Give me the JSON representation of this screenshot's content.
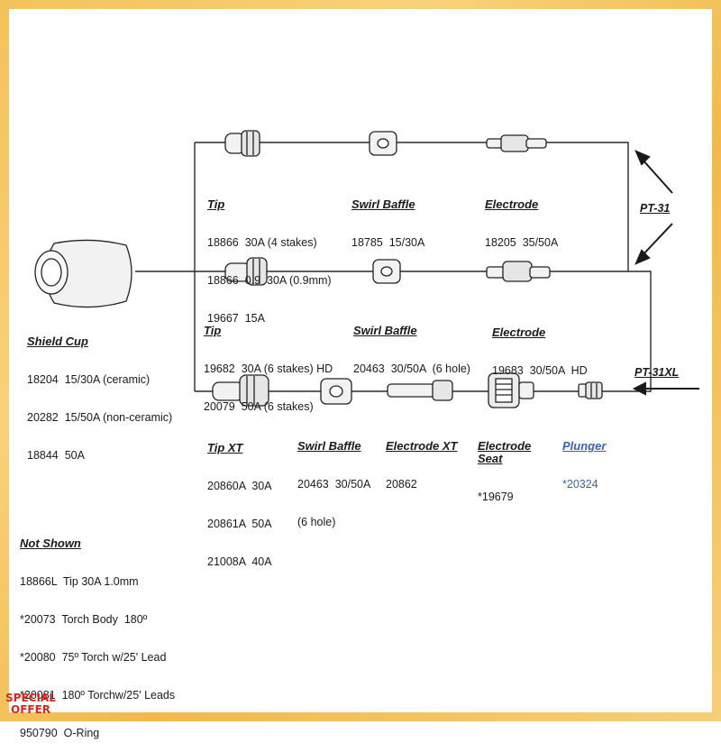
{
  "diagram": {
    "colors": {
      "line": "#2a2a2a",
      "part_stroke": "#222222",
      "part_fill": "#f2f2f2",
      "text": "#1a1a1a",
      "frame": "#f4c25a",
      "badge": "#d7261e"
    },
    "shield_cup": {
      "title": "Shield Cup",
      "lines": [
        "18204  15/30A (ceramic)",
        "20282  15/50A (non-ceramic)",
        "18844  50A"
      ]
    },
    "row1": {
      "tip": {
        "title": "Tip",
        "lines": [
          "18866  30A (4 stakes)",
          "18866  0.9  30A (0.9mm)",
          "19667  15A"
        ]
      },
      "swirl": {
        "title": "Swirl Baffle",
        "lines": [
          "18785  15/30A"
        ]
      },
      "electrode": {
        "title": "Electrode",
        "lines": [
          "18205  35/50A"
        ]
      }
    },
    "row2": {
      "tip": {
        "title": "Tip",
        "lines": [
          "19682  30A (6 stakes) HD",
          "20079  50A (6 stakes)"
        ]
      },
      "swirl": {
        "title": "Swirl Baffle",
        "lines": [
          "20463  30/50A  (6 hole)"
        ]
      },
      "electrode": {
        "title": "Electrode",
        "lines": [
          "19683  30/50A  HD"
        ]
      }
    },
    "row3": {
      "tip": {
        "title": "Tip XT",
        "lines": [
          "20860A  30A",
          "20861A  50A",
          "21008A  40A"
        ]
      },
      "swirl": {
        "title": "Swirl Baffle",
        "lines": [
          "20463  30/50A",
          "(6 hole)"
        ]
      },
      "electrode": {
        "title": "Electrode XT",
        "lines": [
          "20862"
        ]
      },
      "seat": {
        "title": "Electrode\nSeat",
        "lines": [
          "*19679"
        ]
      },
      "plunger": {
        "title": "Plunger",
        "lines": [
          "*20324"
        ]
      }
    },
    "torch_labels": {
      "pt31": "PT-31",
      "pt31xl": "PT-31XL"
    },
    "not_shown": {
      "title": "Not Shown",
      "lines": [
        "18866L  Tip 30A 1.0mm",
        "*20073  Torch Body  180º",
        "*20080  75º Torch w/25' Lead",
        "*20081  180º Torchw/25' Leads",
        "950790  O-Ring"
      ]
    }
  },
  "badge": {
    "line1": "SPECIAL",
    "line2": "OFFER"
  }
}
